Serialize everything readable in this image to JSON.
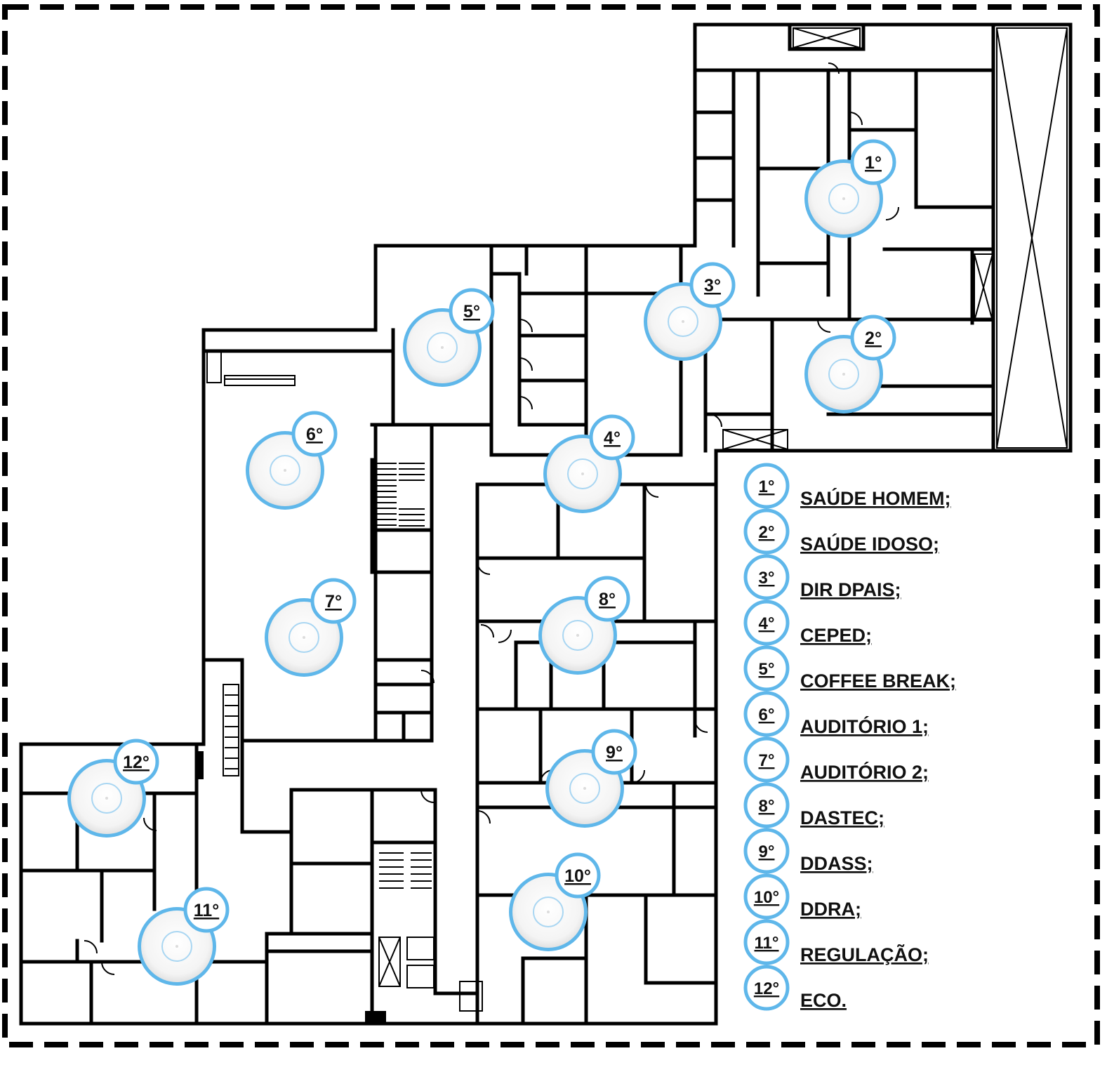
{
  "colors": {
    "wall": "#000000",
    "ap_ring": "#5fb7ea",
    "ap_inner": "#a9d6f2",
    "ap_fill": "#ffffff",
    "text": "#111111"
  },
  "icons": {
    "access_point": "wifi-access-point-icon"
  },
  "access_points": [
    {
      "num": "1°"
    },
    {
      "num": "2°"
    },
    {
      "num": "3°"
    },
    {
      "num": "4°"
    },
    {
      "num": "5°"
    },
    {
      "num": "6°"
    },
    {
      "num": "7°"
    },
    {
      "num": "8°"
    },
    {
      "num": "9°"
    },
    {
      "num": "10°"
    },
    {
      "num": "11°"
    },
    {
      "num": "12°"
    }
  ],
  "legend": [
    {
      "num": "1°",
      "label": "SAÚDE HOMEM;"
    },
    {
      "num": "2°",
      "label": "SAÚDE IDOSO;"
    },
    {
      "num": "3°",
      "label": "DIR DPAIS;"
    },
    {
      "num": "4°",
      "label": "CEPED;"
    },
    {
      "num": "5°",
      "label": "COFFEE BREAK;"
    },
    {
      "num": "6°",
      "label": "AUDITÓRIO 1;"
    },
    {
      "num": "7°",
      "label": "AUDITÓRIO 2;"
    },
    {
      "num": "8°",
      "label": "DASTEC;"
    },
    {
      "num": "9°",
      "label": "DDASS;"
    },
    {
      "num": "10°",
      "label": "DDRA;"
    },
    {
      "num": "11°",
      "label": "REGULAÇÃO;"
    },
    {
      "num": "12°",
      "label": "ECO."
    }
  ]
}
